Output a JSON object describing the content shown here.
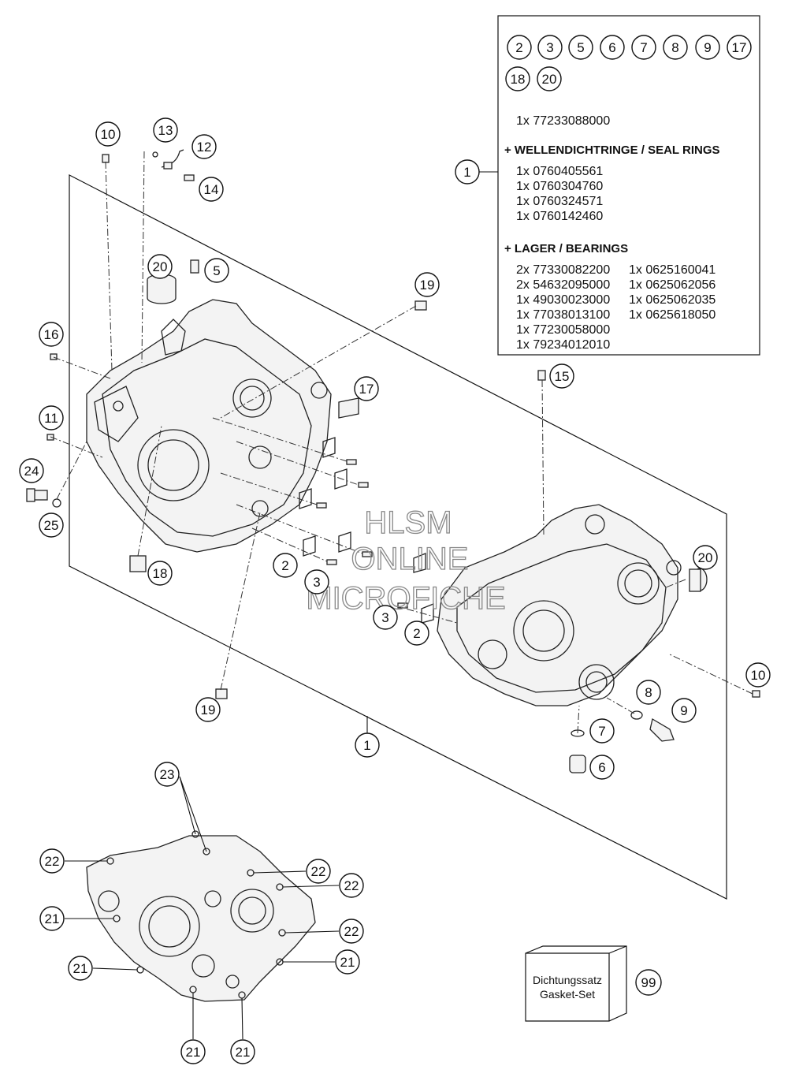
{
  "watermark": {
    "line1": "HLSM",
    "line2": "ONLINE",
    "line3": "MICROFICHE"
  },
  "kit_box": {
    "refs_row1": [
      "2",
      "3",
      "5",
      "6",
      "7",
      "8",
      "9",
      "17"
    ],
    "refs_row2": [
      "18",
      "20"
    ],
    "part": "1x 77233088000",
    "seal_heading": "+ WELLENDICHTRINGE / SEAL RINGS",
    "seals": [
      "1x 0760405561",
      "1x 0760304760",
      "1x 0760324571",
      "1x 0760142460"
    ],
    "bearing_heading": "+ LAGER / BEARINGS",
    "bearings_left": [
      "2x 77330082200",
      "2x 54632095000",
      "1x 49030023000",
      "1x 77038013100",
      "1x 77230058000",
      "1x 79234012010"
    ],
    "bearings_right": [
      "1x 0625160041",
      "1x 0625062056",
      "1x 0625062035",
      "1x 0625618050"
    ],
    "ref": "1"
  },
  "gasket_set": {
    "line1": "Dichtungssatz",
    "line2": "Gasket-Set",
    "ref": "99"
  },
  "callouts": {
    "c10a": "10",
    "c13": "13",
    "c12": "12",
    "c14": "14",
    "c20a": "20",
    "c5": "5",
    "c19a": "19",
    "c16": "16",
    "c17": "17",
    "c11": "11",
    "c24": "24",
    "c25": "25",
    "c18": "18",
    "c2a": "2",
    "c3a": "3",
    "c3b": "3",
    "c2b": "2",
    "c15": "15",
    "c20b": "20",
    "c10b": "10",
    "c8": "8",
    "c9": "9",
    "c7": "7",
    "c6": "6",
    "c19b": "19",
    "c1": "1",
    "c23": "23",
    "c22a": "22",
    "c22b": "22",
    "c22c": "22",
    "c22d": "22",
    "c21a": "21",
    "c21b": "21",
    "c21c": "21",
    "c21d": "21",
    "c21e": "21"
  }
}
